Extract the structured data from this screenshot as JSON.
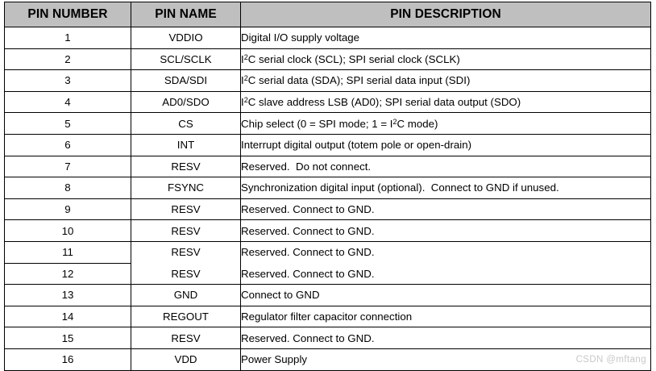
{
  "table": {
    "headers": {
      "pin_number": "PIN NUMBER",
      "pin_name": "PIN NAME",
      "pin_description": "PIN DESCRIPTION"
    },
    "rows": [
      {
        "number": "1",
        "name": "VDDIO",
        "description": "Digital I/O supply voltage",
        "desc_prefix": "",
        "desc_has_i2c": false
      },
      {
        "number": "2",
        "name": "SCL/SCLK",
        "description": "C serial clock (SCL); SPI serial clock (SCLK)",
        "desc_prefix": "I",
        "desc_has_i2c": true
      },
      {
        "number": "3",
        "name": "SDA/SDI",
        "description": "C serial data (SDA); SPI serial data input (SDI)",
        "desc_prefix": "I",
        "desc_has_i2c": true
      },
      {
        "number": "4",
        "name": "AD0/SDO",
        "description": "C slave address LSB (AD0); SPI serial data output (SDO)",
        "desc_prefix": "I",
        "desc_has_i2c": true
      },
      {
        "number": "5",
        "name": "CS",
        "description": "Chip select (0 = SPI mode; 1 = I²C mode)",
        "desc_prefix": "",
        "desc_has_i2c": false,
        "desc_part_a": "Chip select (0 = SPI mode; 1 = I",
        "desc_part_b": "C mode)",
        "desc_split": true
      },
      {
        "number": "6",
        "name": "INT",
        "description": "Interrupt digital output (totem pole or open-drain)",
        "desc_prefix": "",
        "desc_has_i2c": false
      },
      {
        "number": "7",
        "name": "RESV",
        "description": "Reserved.  Do not connect.",
        "desc_prefix": "",
        "desc_has_i2c": false
      },
      {
        "number": "8",
        "name": "FSYNC",
        "description": "Synchronization digital input (optional).  Connect to GND if unused.",
        "desc_prefix": "",
        "desc_has_i2c": false
      },
      {
        "number": "9",
        "name": "RESV",
        "description": "Reserved. Connect to GND.",
        "desc_prefix": "",
        "desc_has_i2c": false
      },
      {
        "number": "10",
        "name": "RESV",
        "description": "Reserved. Connect to GND.",
        "desc_prefix": "",
        "desc_has_i2c": false
      },
      {
        "number": "11",
        "name": "RESV",
        "description": "Reserved. Connect to GND.",
        "desc_prefix": "",
        "desc_has_i2c": false
      },
      {
        "number": "12",
        "name": "RESV",
        "description": "Reserved. Connect to GND.",
        "desc_prefix": "",
        "desc_has_i2c": false
      },
      {
        "number": "13",
        "name": "GND",
        "description": "Connect to GND",
        "desc_prefix": "",
        "desc_has_i2c": false
      },
      {
        "number": "14",
        "name": "REGOUT",
        "description": "Regulator filter capacitor connection",
        "desc_prefix": "",
        "desc_has_i2c": false
      },
      {
        "number": "15",
        "name": "RESV",
        "description": "Reserved. Connect to GND.",
        "desc_prefix": "",
        "desc_has_i2c": false
      },
      {
        "number": "16",
        "name": "VDD",
        "description": "Power Supply",
        "desc_prefix": "",
        "desc_has_i2c": false
      }
    ]
  },
  "watermark": {
    "text": "CSDN @mftang"
  },
  "colors": {
    "header_background": "#bfbfbf",
    "border": "#000000",
    "text": "#000000",
    "watermark": "#c8c8c8",
    "page_background": "#ffffff"
  }
}
